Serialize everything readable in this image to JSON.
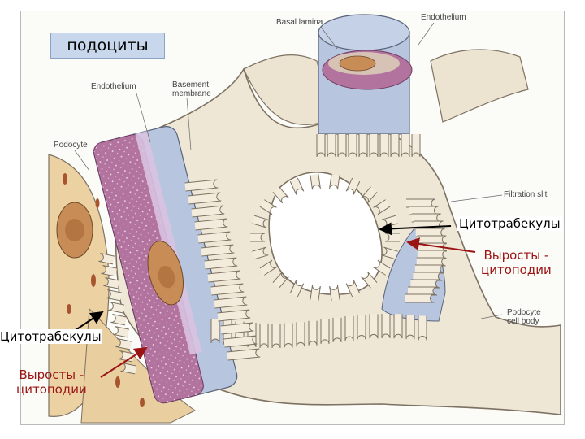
{
  "title_badge": "подоциты",
  "reference_labels": {
    "basal_lamina": "Basal lamina",
    "endothelium_top": "Endothelium",
    "endothelium_left": "Endothelium",
    "basement_membrane_line1": "Basement",
    "basement_membrane_line2": "membrane",
    "podocyte": "Podocyte",
    "filtration_slit": "Filtration slit",
    "podocyte_cell_body_line1": "Podocyte",
    "podocyte_cell_body_line2": "cell body"
  },
  "annotations": {
    "trabeculae_right": "Цитотрабекулы",
    "processes_right_line1": "Выросты -",
    "processes_right_line2": "цитоподии",
    "trabeculae_left": "Цитотрабекулы",
    "processes_left_line1": "Выросты -",
    "processes_left_line2": "цитоподии"
  },
  "colors": {
    "cell_body": "#efe7d6",
    "cell_outline": "#7d7262",
    "lumen_purple": "#b3739f",
    "capillary_blue": "#b7c6de",
    "podocyte_tissue": "#ecd2a3",
    "nucleus": "#b97b45",
    "red_arrow": "#9b1414",
    "badge_fill": "#c9d7ec"
  }
}
